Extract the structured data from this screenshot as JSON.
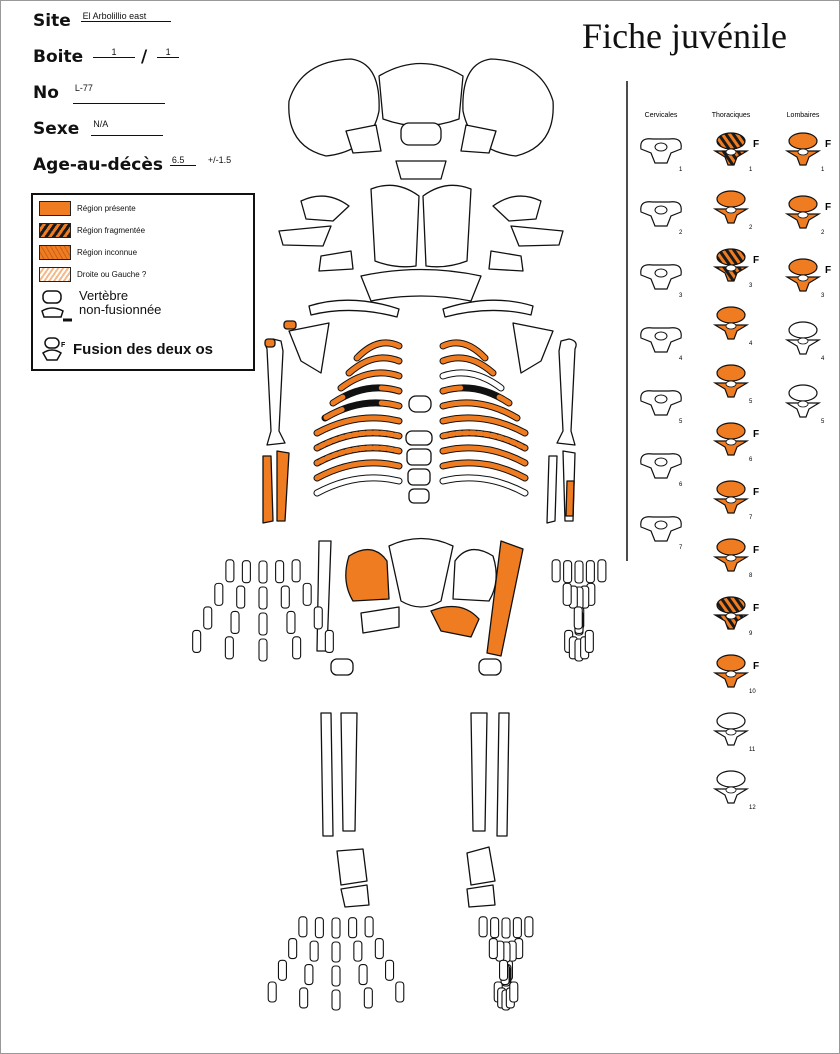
{
  "form": {
    "title": "Fiche juvénile",
    "site_label": "Site",
    "site_value": "El Arbolillio east",
    "boite_label": "Boite",
    "boite_a": "1",
    "boite_sep": "/",
    "boite_b": "1",
    "no_label": "No",
    "no_value": "L-77",
    "sexe_label": "Sexe",
    "sexe_value": "N/A",
    "age_label": "Age-au-décès",
    "age_value": "6.5",
    "age_pm": "+/-1.5"
  },
  "legend": {
    "present": "Région présente",
    "fragmented": "Région fragmentée",
    "unknown": "Région inconnue",
    "side": "Droite ou Gauche ?",
    "vert_line1": "Vertèbre",
    "vert_line2": "non-fusionnée",
    "fusion": "Fusion des deux os"
  },
  "vertebrae": {
    "col_cervical": "Cervicales",
    "col_thoracic": "Thoraciques",
    "col_lumbar": "Lombaires",
    "fusion_mark": "F",
    "cervical": [
      {
        "n": "1",
        "state": "absent"
      },
      {
        "n": "2",
        "state": "absent"
      },
      {
        "n": "3",
        "state": "absent"
      },
      {
        "n": "4",
        "state": "absent"
      },
      {
        "n": "5",
        "state": "absent"
      },
      {
        "n": "6",
        "state": "absent"
      },
      {
        "n": "7",
        "state": "absent"
      }
    ],
    "thoracic": [
      {
        "n": "1",
        "state": "fragmented",
        "f": true
      },
      {
        "n": "2",
        "state": "present",
        "f": false
      },
      {
        "n": "3",
        "state": "fragmented",
        "f": true
      },
      {
        "n": "4",
        "state": "partial",
        "f": false
      },
      {
        "n": "5",
        "state": "present",
        "f": false
      },
      {
        "n": "6",
        "state": "present",
        "f": true
      },
      {
        "n": "7",
        "state": "present",
        "f": true
      },
      {
        "n": "8",
        "state": "present",
        "f": true
      },
      {
        "n": "9",
        "state": "fragmented",
        "f": true
      },
      {
        "n": "10",
        "state": "present",
        "f": true
      },
      {
        "n": "11",
        "state": "absent",
        "f": false
      },
      {
        "n": "12",
        "state": "absent",
        "f": false
      }
    ],
    "lumbar": [
      {
        "n": "1",
        "state": "present",
        "f": true
      },
      {
        "n": "2",
        "state": "present",
        "f": true
      },
      {
        "n": "3",
        "state": "present",
        "f": true
      },
      {
        "n": "4",
        "state": "absent",
        "f": false
      },
      {
        "n": "5",
        "state": "absent",
        "f": false
      }
    ]
  },
  "colors": {
    "present": "#f07c21",
    "outline": "#111111",
    "fragment_stripe": "#1a1a1a"
  },
  "icons": [
    "skeleton-diagram-icon",
    "skull-icon",
    "vertebra-icon"
  ]
}
